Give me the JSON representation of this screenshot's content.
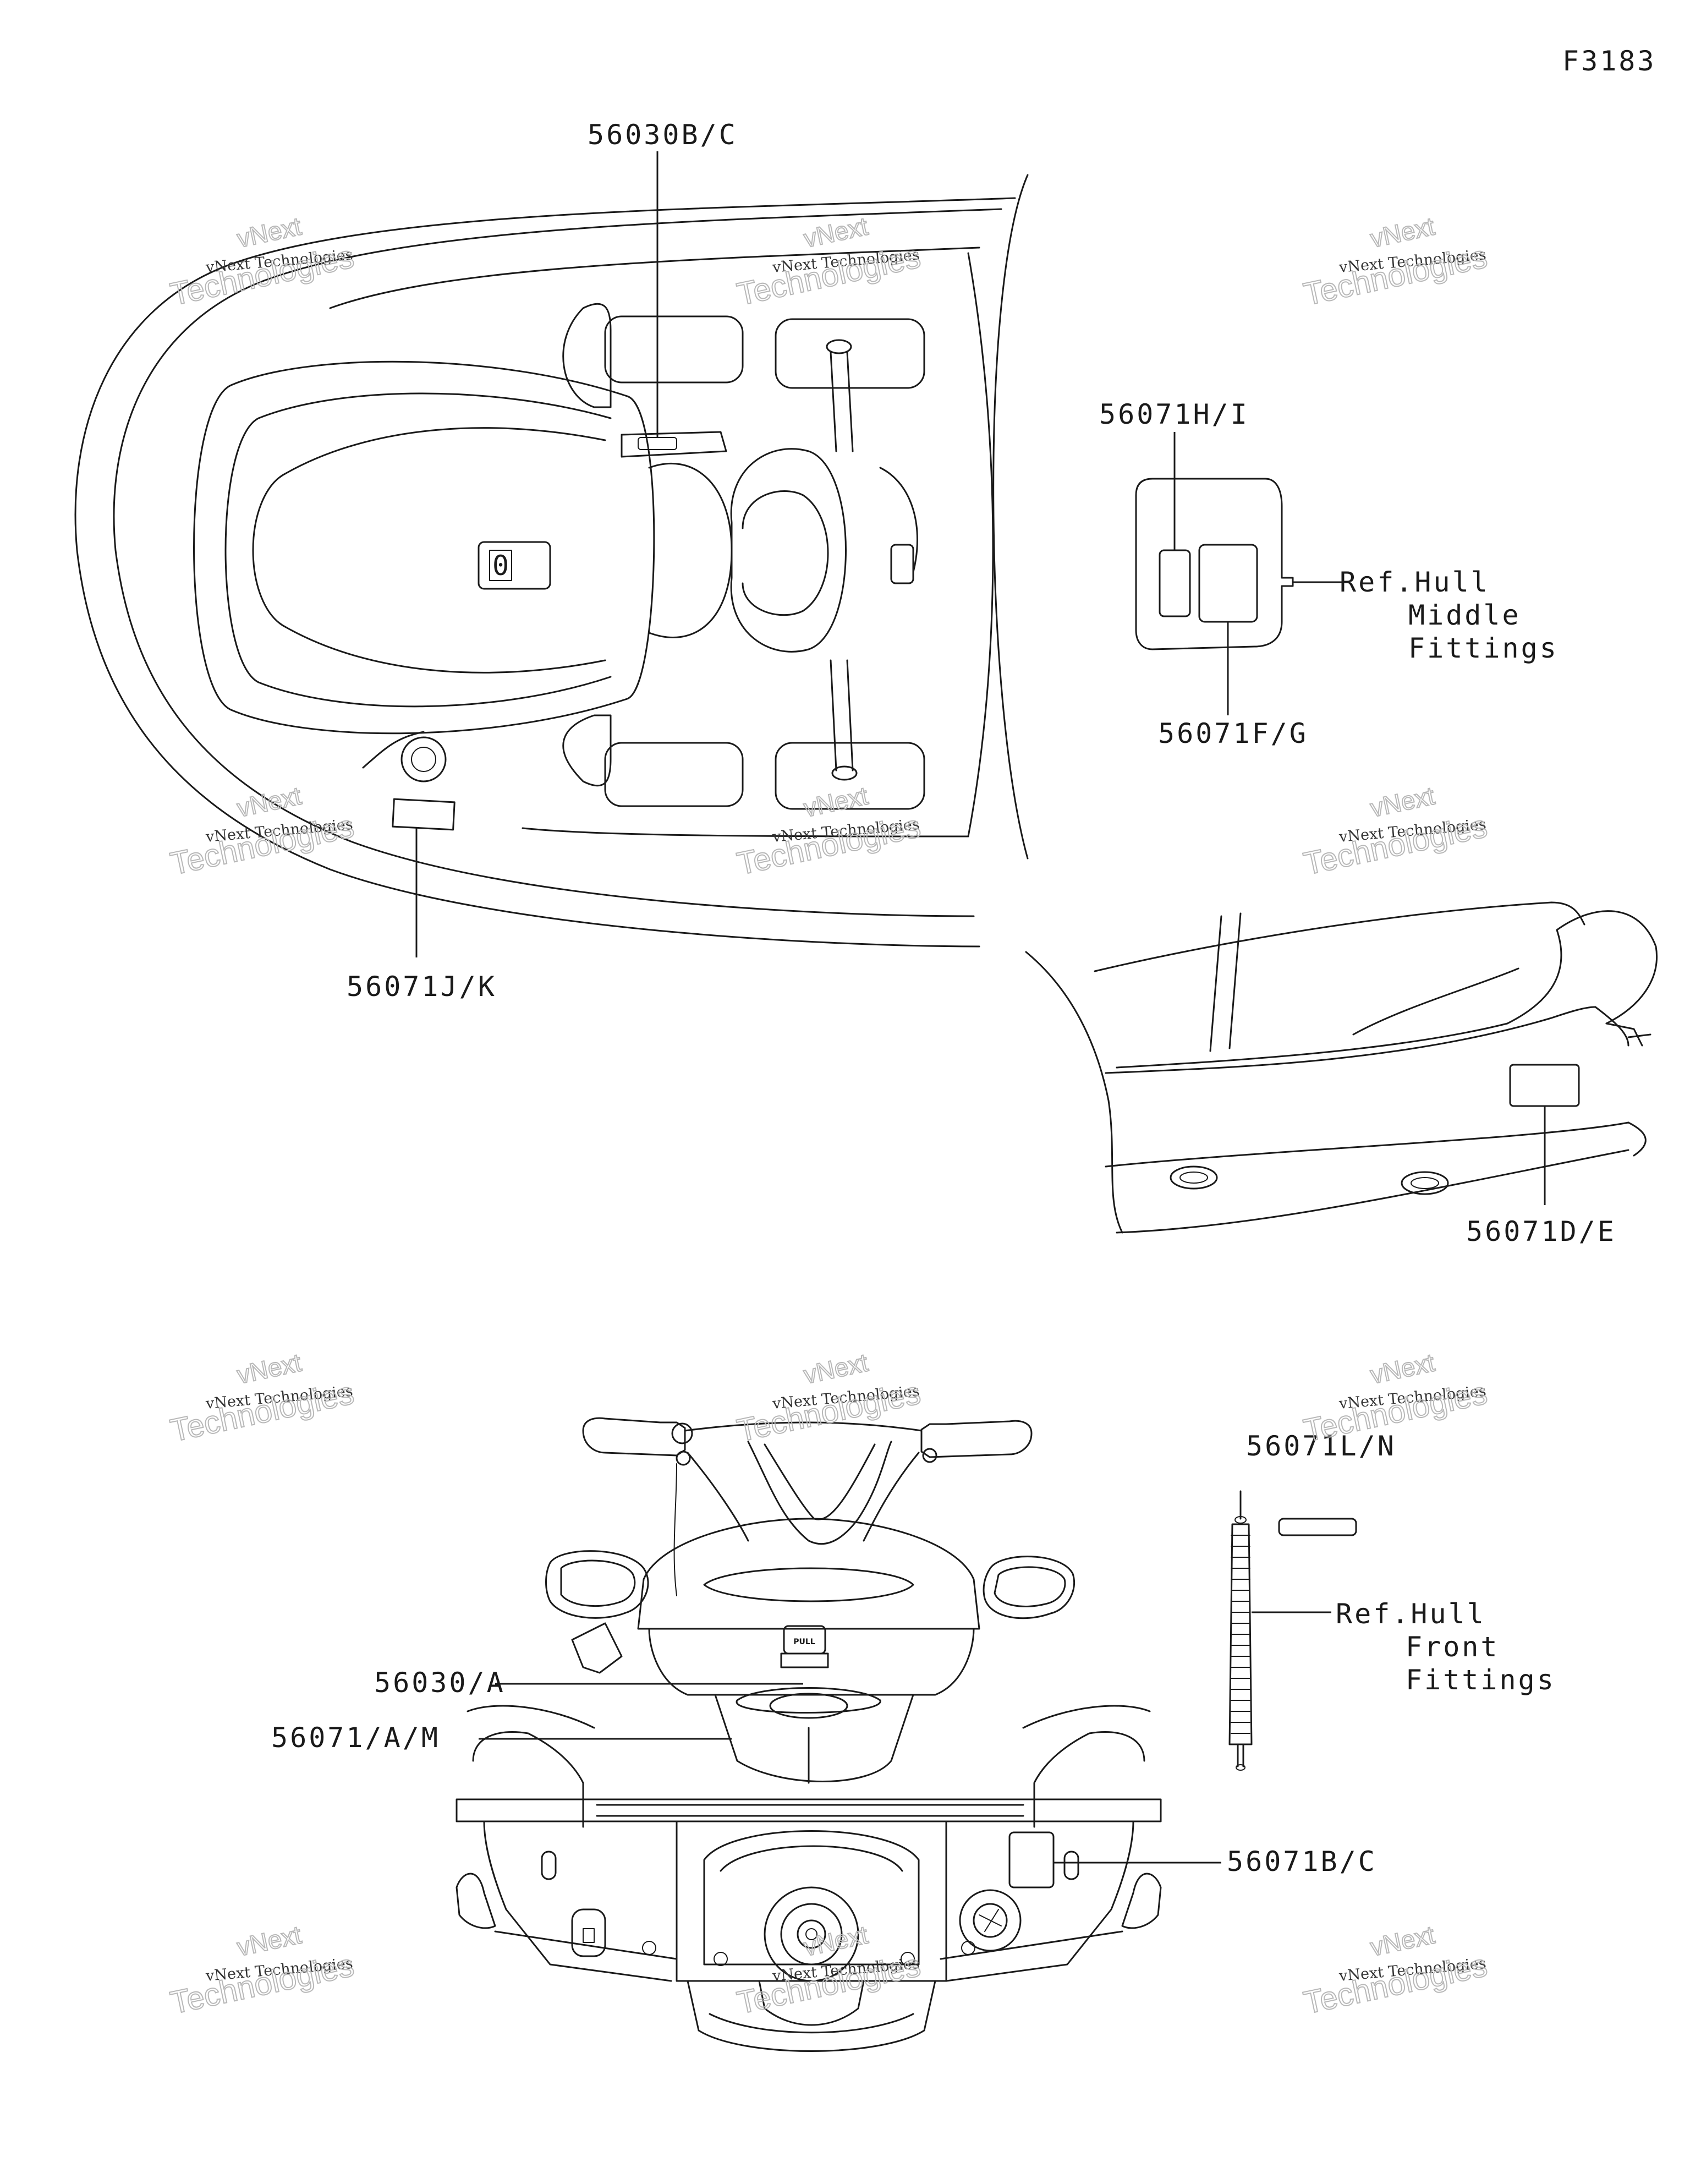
{
  "figure_id": "F3183",
  "watermark": {
    "line1": "vNext Technologies",
    "line2": "Technologies",
    "line3": "vNext"
  },
  "callouts": {
    "c_56030bc": "56030B/C",
    "c_56071hi": "56071H/I",
    "c_ref_hull_middle_1": "Ref.Hull",
    "c_ref_hull_middle_2": "Middle",
    "c_ref_hull_middle_3": "Fittings",
    "c_56071fg": "56071F/G",
    "c_56071jk": "56071J/K",
    "c_56071de": "56071D/E",
    "c_56071ln": "56071L/N",
    "c_ref_hull_front_1": "Ref.Hull",
    "c_ref_hull_front_2": "Front",
    "c_ref_hull_front_3": "Fittings",
    "c_56030a": "56030/A",
    "c_56071am": "56071/A/M",
    "c_56071bc": "56071B/C"
  },
  "decal_text": {
    "pull": "PULL"
  }
}
